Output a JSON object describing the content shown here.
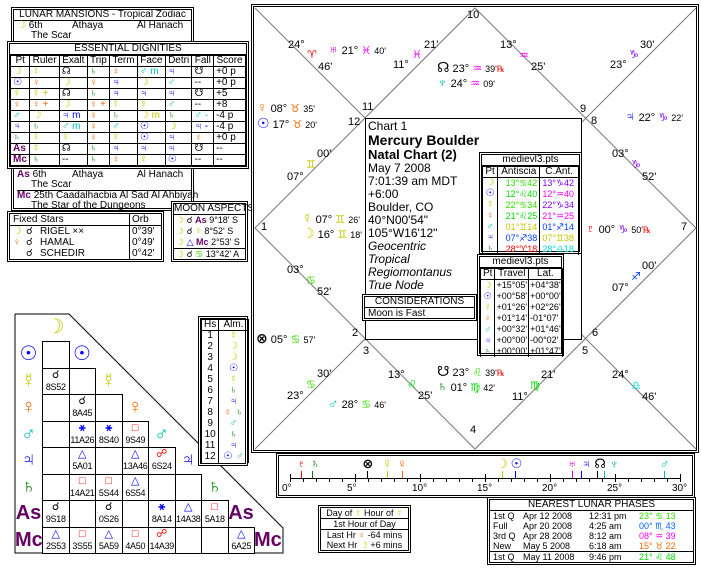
{
  "colors": {
    "moon": "#c8c800",
    "sun": "#0000ff",
    "mercury": "#c8c800",
    "venus": "#ff6600",
    "mars": "#00bcbc",
    "jupiter": "#0000ff",
    "saturn": "#008000",
    "angle": "#660066",
    "uranus": "#cc00cc",
    "pluto": "#ff0000",
    "retro": "#ff0000"
  },
  "glyph_colors": {
    "☽": "#c8c800",
    "☉": "#0000ff",
    "☿": "#c8c800",
    "♀": "#ff6600",
    "♂": "#00bcbc",
    "♃": "#0000ff",
    "♄": "#008000",
    "As": "#660066",
    "Mc": "#660066",
    "☊": "#000",
    "☋": "#000"
  },
  "lunar_mansions": {
    "title": "LUNAR MANSIONS - Tropical Zodiac",
    "rows": [
      {
        "pt": "☽",
        "num": "6th",
        "name": "Athaya",
        "arabic": "Al Hanach",
        "meaning": "The Scar"
      },
      {
        "pt": "As",
        "num": "6th",
        "name": "Athaya",
        "arabic": "Al Hanach",
        "meaning": "The Scar"
      },
      {
        "pt": "Mc",
        "num": "25th",
        "name": "Caadalhacbia",
        "arabic": "Al Sad Al Ahbiyah",
        "meaning": "The Star of the Dungeons"
      }
    ]
  },
  "dignities": {
    "title": "ESSENTIAL DIGNITIES",
    "headers": [
      "Pt",
      "Ruler",
      "Exalt",
      "Trip",
      "Term",
      "Face",
      "Detri",
      "Fall",
      "Score"
    ],
    "rows": [
      [
        "☽",
        "☿",
        "☊",
        "♄",
        "♀",
        "♂ m",
        "♃",
        "☋",
        "+0 p"
      ],
      [
        "☉",
        "♀",
        "☽",
        "♀",
        "♃",
        "☽",
        "♂",
        "--",
        "+0 p"
      ],
      [
        "☿",
        "☿ +",
        "☊",
        "♄",
        "♃",
        "♃",
        "♃",
        "☋",
        "+5"
      ],
      [
        "♀",
        "♀ +",
        "☽",
        "♀ +",
        "☿",
        "☿",
        "♂",
        "--",
        "+8"
      ],
      [
        "♂",
        "☽",
        "♃ m",
        "♀",
        "♄",
        "☽ m",
        "♄",
        "♂ -",
        "-4 p"
      ],
      [
        "♃",
        "♄",
        "♂ m",
        "♀",
        "♂",
        "☉",
        "☽",
        "♃ -",
        "-4 p"
      ],
      [
        "♄",
        "☿",
        "☿",
        "♀",
        "☿",
        "☉",
        "♃",
        "♀",
        "+0 p"
      ],
      [
        "As",
        "☿",
        "☊",
        "♄",
        "♃",
        "♃",
        "♃",
        "☋",
        "--"
      ],
      [
        "Mc",
        "♄",
        "--",
        "♄",
        "♀",
        "☿",
        "☉",
        "--",
        "--"
      ]
    ]
  },
  "fixed_stars": {
    "headers": [
      "Fixed Stars",
      "Orb"
    ],
    "rows": [
      {
        "pt": "☽",
        "asp": "☌",
        "star": "RIGEL ××",
        "orb": "0°39'"
      },
      {
        "pt": "♀",
        "asp": "☌",
        "star": "HAMAL",
        "orb": "0°49'"
      },
      {
        "pt": "",
        "asp": "☌",
        "star": "SCHEDIR",
        "orb": "0°42'"
      }
    ]
  },
  "moon_aspects": {
    "title": "MOON ASPECTS",
    "rows": [
      {
        "a": "☽",
        "asp": "☌",
        "b": "As",
        "orb": "9°18' S"
      },
      {
        "a": "☽",
        "asp": "☌",
        "b": "☿",
        "orb": "8°52' S"
      },
      {
        "a": "☽",
        "asp": "△",
        "b": "Mc",
        "orb": "2°53' S"
      },
      {
        "a": "☽",
        "asp": "☌",
        "b": "♋",
        "orb": "13°42' A"
      }
    ]
  },
  "aspect_grid": {
    "planets": [
      "☽",
      "☉",
      "☿",
      "♀",
      "♂",
      "♃",
      "♄",
      "As",
      "Mc"
    ],
    "rows": [
      [
        [
          "",
          ""
        ]
      ],
      [
        [
          "☌",
          "8S52"
        ],
        [
          "",
          ""
        ]
      ],
      [
        [
          "",
          ""
        ],
        [
          "☌",
          "8A45"
        ],
        [
          "",
          ""
        ]
      ],
      [
        [
          "",
          ""
        ],
        [
          "⚹",
          "11A26"
        ],
        [
          "⚹",
          "8S40"
        ],
        [
          "□",
          "9S49"
        ]
      ],
      [
        [
          "",
          ""
        ],
        [
          "△",
          "5A01"
        ],
        [
          "",
          ""
        ],
        [
          "△",
          "13A46"
        ],
        [
          "☍",
          "6S24"
        ]
      ],
      [
        [
          "",
          ""
        ],
        [
          "□",
          "14A21"
        ],
        [
          "□",
          "5S44"
        ],
        [
          "△",
          "6S54"
        ],
        [
          "",
          ""
        ],
        [
          "",
          ""
        ]
      ],
      [
        [
          "☌",
          "9S18"
        ],
        [
          "",
          ""
        ],
        [
          "☌",
          "0S26"
        ],
        [
          "",
          ""
        ],
        [
          "⚹",
          "8A14"
        ],
        [
          "△",
          "14A38"
        ],
        [
          "□",
          "5A18"
        ]
      ],
      [
        [
          "△",
          "2S53"
        ],
        [
          "□",
          "3S55"
        ],
        [
          "△",
          "5A59"
        ],
        [
          "□",
          "4A50"
        ],
        [
          "☍",
          "14A39"
        ],
        [
          "",
          ""
        ],
        [
          "",
          ""
        ],
        [
          "△",
          "6A25"
        ]
      ]
    ],
    "aspect_colors": {
      "☌": "#000",
      "⚹": "#0000ff",
      "△": "#0000ff",
      "□": "#ff0000",
      "☍": "#ff0000"
    }
  },
  "almuten": {
    "headers": [
      "Hs",
      "Alm."
    ],
    "rows": [
      [
        "1",
        "☿"
      ],
      [
        "2",
        "☽"
      ],
      [
        "3",
        "☽"
      ],
      [
        "4",
        "☉"
      ],
      [
        "5",
        "☿"
      ],
      [
        "6",
        "♄"
      ],
      [
        "7",
        "♃"
      ],
      [
        "8",
        "♀ ♄"
      ],
      [
        "9",
        "♂"
      ],
      [
        "10",
        "♄"
      ],
      [
        "11",
        "♃"
      ],
      [
        "12",
        "☉ ♂"
      ]
    ]
  },
  "chart_info": {
    "chart": "Chart 1",
    "name": "Mercury Boulder",
    "type": "Natal Chart (2)",
    "date": "May 7 2008",
    "time": "7:01:39 am  MDT +6:00",
    "place": "Boulder, CO",
    "coords": "40°N00'54\" 105°W16'12\"",
    "zodiac_frame": "Geocentric",
    "zodiac": "Tropical",
    "houses": "Regiomontanus",
    "node": "True Node"
  },
  "considerations": {
    "title": "CONSIDERATIONS",
    "text": "Moon is Fast"
  },
  "antiscia": {
    "title": "medievl3.pts",
    "headers": [
      "Pt",
      "Antiscia",
      "C.Ant."
    ],
    "rows": [
      [
        "☽",
        "13°♋42",
        "#33dd00",
        "13°♑42",
        "#8000ff"
      ],
      [
        "☉",
        "12°♌40",
        "#00dd00",
        "12°♒40",
        "#ff00ff"
      ],
      [
        "☿",
        "22°♋34",
        "#33dd00",
        "22°♑34",
        "#8000ff"
      ],
      [
        "♀",
        "21°♌25",
        "#00dd00",
        "21°♒25",
        "#ff00ff"
      ],
      [
        "♂",
        "01°♊14",
        "#c8c800",
        "01°♐14",
        "#0040ff"
      ],
      [
        "♃",
        "07°♐38",
        "#0040ff",
        "07°♊38",
        "#c8c800"
      ],
      [
        "♄",
        "28°♈18",
        "#ff0000",
        "28°♎18",
        "#00dddd"
      ]
    ]
  },
  "travel": {
    "title": "medievl3.pts",
    "headers": [
      "Pt",
      "Travel",
      "Lat."
    ],
    "rows": [
      [
        "☽",
        "+15°05'",
        "+04°38'"
      ],
      [
        "☉",
        "+00°58'",
        "+00°00'"
      ],
      [
        "☿",
        "+01°26'",
        "+02°26'"
      ],
      [
        "♀",
        "+01°14'",
        "-01°07'"
      ],
      [
        "♂",
        "+00°32'",
        "+01°46'"
      ],
      [
        "♃",
        "+00°00'",
        "-00°02'"
      ],
      [
        "♄",
        "+00°00'",
        "+01°47'"
      ]
    ]
  },
  "houses": [
    "1",
    "2",
    "3",
    "4",
    "5",
    "6",
    "7",
    "8",
    "9",
    "10",
    "11",
    "12"
  ],
  "cusps": {
    "h10": {
      "deg": "13°",
      "sign": "♒",
      "min": "25'"
    },
    "h11": {
      "deg": "11°",
      "sign": "♓",
      "min": "21'"
    },
    "h12": {
      "deg": "24°",
      "sign": "♈",
      "min": "46'"
    },
    "h1": {
      "deg": "07°",
      "sign": "♊",
      "min": "00'"
    },
    "h2": {
      "deg": "03°",
      "sign": "♋",
      "min": "52'"
    },
    "h3": {
      "deg": "23°",
      "sign": "♋",
      "min": "30'"
    },
    "h4": {
      "deg": "13°",
      "sign": "♌",
      "min": "25'"
    },
    "h5": {
      "deg": "11°",
      "sign": "♍",
      "min": "21'"
    },
    "h6": {
      "deg": "24°",
      "sign": "♎",
      "min": "46'"
    },
    "h7": {
      "deg": "07°",
      "sign": "♐",
      "min": "00'"
    },
    "h8": {
      "deg": "03°",
      "sign": "♑",
      "min": "52'"
    },
    "h9": {
      "deg": "23°",
      "sign": "♑",
      "min": "30'"
    }
  },
  "wheel_planets": {
    "uranus": {
      "g": "♅",
      "deg": "21°",
      "sign": "♓",
      "min": "40'",
      "r": ""
    },
    "node": {
      "g": "☊",
      "deg": "23°",
      "sign": "♒",
      "min": "39'",
      "r": "℞"
    },
    "neptune": {
      "g": "♆",
      "deg": "24°",
      "sign": "♒",
      "min": "09'",
      "r": ""
    },
    "venus": {
      "g": "♀",
      "deg": "08°",
      "sign": "♉",
      "min": "35'",
      "r": ""
    },
    "sun": {
      "g": "☉",
      "deg": "17°",
      "sign": "♉",
      "min": "20'",
      "r": ""
    },
    "jupiter": {
      "g": "♃",
      "deg": "22°",
      "sign": "♑",
      "min": "22'",
      "r": ""
    },
    "mercury": {
      "g": "☿",
      "deg": "07°",
      "sign": "♊",
      "min": "26'",
      "r": ""
    },
    "moon": {
      "g": "☽",
      "deg": "16°",
      "sign": "♊",
      "min": "18'",
      "r": ""
    },
    "pluto": {
      "g": "♇",
      "deg": "00°",
      "sign": "♑",
      "min": "50'",
      "r": "℞"
    },
    "fortune": {
      "g": "⊗",
      "deg": "05°",
      "sign": "♋",
      "min": "57'",
      "r": ""
    },
    "snode": {
      "g": "☋",
      "deg": "23°",
      "sign": "♌",
      "min": "39'",
      "r": "℞"
    },
    "saturn": {
      "g": "♄",
      "deg": "01°",
      "sign": "♍",
      "min": "42'",
      "r": ""
    },
    "mars": {
      "g": "♂",
      "deg": "28°",
      "sign": "♋",
      "min": "46'",
      "r": ""
    }
  },
  "timeline": {
    "ticks": [
      "0°",
      "5°",
      "10°",
      "15°",
      "20°",
      "25°",
      "30°"
    ],
    "range": [
      0,
      30
    ],
    "planets": [
      {
        "g": "♇",
        "deg": 0.83,
        "c": "#ff0000"
      },
      {
        "g": "♄",
        "deg": 1.7,
        "c": "#008000"
      },
      {
        "g": "⊗",
        "deg": 5.95,
        "c": "#000"
      },
      {
        "g": "☿",
        "deg": 7.43,
        "c": "#c8c800"
      },
      {
        "g": "♀",
        "deg": 8.58,
        "c": "#ff6600"
      },
      {
        "g": "☽",
        "deg": 16.3,
        "c": "#c8c800"
      },
      {
        "g": "☉",
        "deg": 17.33,
        "c": "#0000ff"
      },
      {
        "g": "♅",
        "deg": 21.67,
        "c": "#cc00cc"
      },
      {
        "g": "♃",
        "deg": 22.37,
        "c": "#0000ff"
      },
      {
        "g": "☊",
        "deg": 23.65,
        "c": "#000"
      },
      {
        "g": "♆",
        "deg": 24.15,
        "c": "#00bcbc"
      },
      {
        "g": "♂",
        "deg": 28.77,
        "c": "#00bcbc"
      }
    ]
  },
  "planetary_hours": {
    "day_of": "Day of",
    "day_planet": "☿",
    "hour_of": "Hour of",
    "hour_planet": "☿",
    "hour_label": "1st Hour of Day",
    "last_label": "Last Hr",
    "last_planet": "♀",
    "last_value": "-64 mins",
    "next_label": "Next Hr",
    "next_planet": "☽",
    "next_value": "+6 mins"
  },
  "lunar_phases": {
    "title": "NEAREST LUNAR PHASES",
    "rows": [
      {
        "phase": "1st Q",
        "date": "Apr 12 2008",
        "time": "12:31 pm",
        "pos": "23° ♋ 13",
        "c": "#33dd00"
      },
      {
        "phase": "Full",
        "date": "Apr 20 2008",
        "time": "4:25 am",
        "pos": "00° ♏ 43",
        "c": "#0066ff"
      },
      {
        "phase": "3rd Q",
        "date": "Apr 28 2008",
        "time": "8:12 am",
        "pos": "08° ♒ 39",
        "c": "#ff00ff"
      },
      {
        "phase": "New",
        "date": "May 5 2008",
        "time": "6:18 am",
        "pos": "15° ♉ 22",
        "c": "#ff6600"
      },
      {
        "phase": "1st Q",
        "date": "May 11 2008",
        "time": "9:46 pm",
        "pos": "21° ♌ 48",
        "c": "#00dd00"
      }
    ]
  }
}
